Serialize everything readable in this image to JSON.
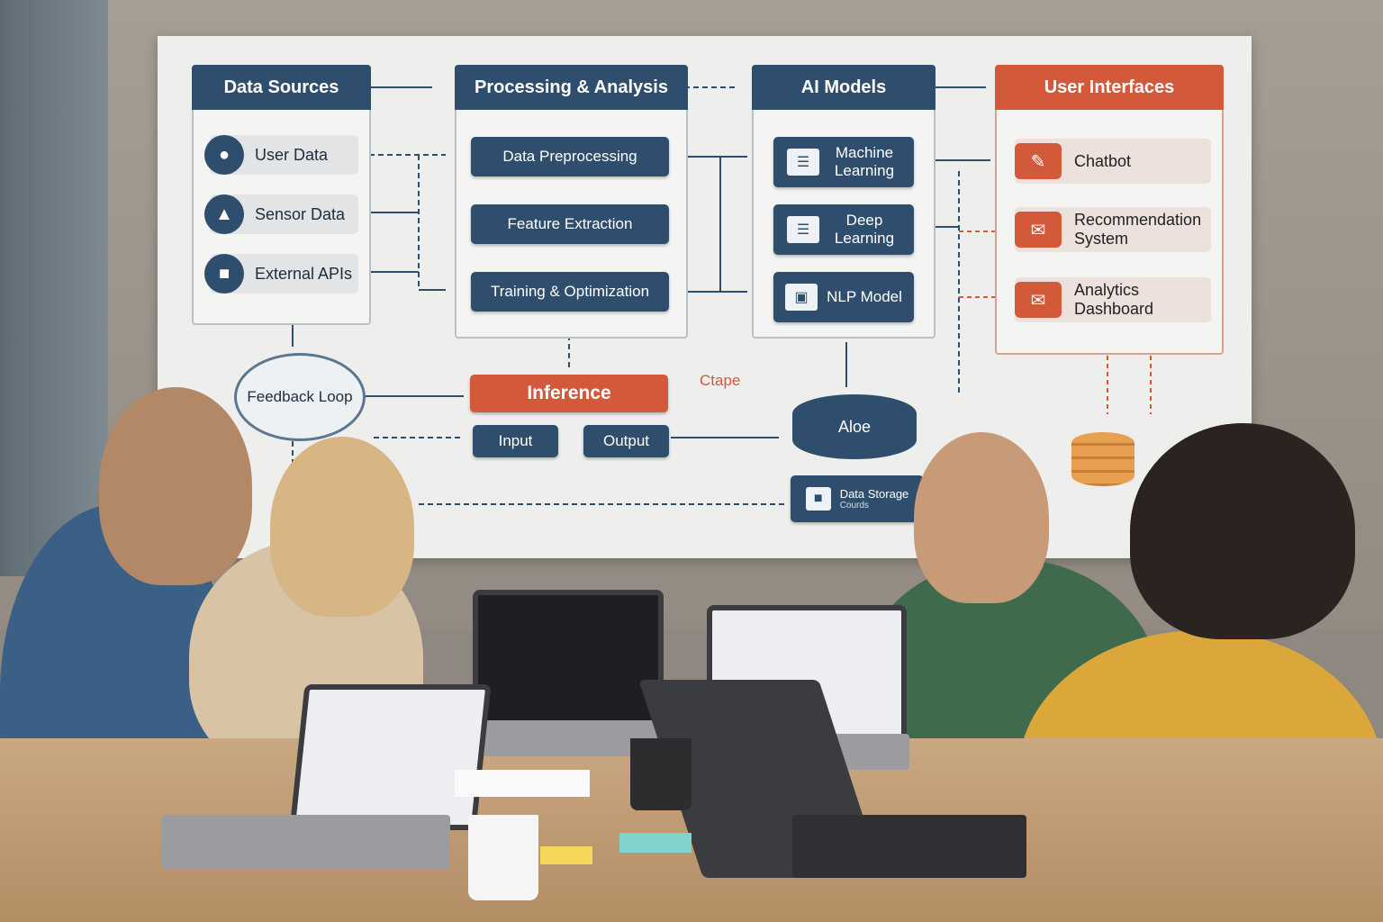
{
  "diagram": {
    "data_sources": {
      "title": "Data Sources",
      "items": [
        "User Data",
        "Sensor Data",
        "External APIs"
      ]
    },
    "processing": {
      "title": "Processing & Analysis",
      "steps": [
        "Data Preprocessing",
        "Feature Extraction",
        "Training & Optimization"
      ]
    },
    "ai_models": {
      "title": "AI Models",
      "items": [
        "Machine Learning",
        "Deep Learning",
        "NLP Model"
      ]
    },
    "user_interfaces": {
      "title": "User Interfaces",
      "items": [
        "Chatbot",
        "Recommendation System",
        "Analytics Dashboard"
      ]
    },
    "feedback_loop": "Feedback Loop",
    "inference": "Inference",
    "ctape_label": "Ctape",
    "input": "Input",
    "output": "Output",
    "db_label": "Aloe",
    "storage_title": "Data Storage",
    "storage_sub": "Courds"
  },
  "colors": {
    "navy": "#2f4e6e",
    "orange": "#d2593a",
    "board": "#eeeeec"
  },
  "icons": {
    "user": "user-icon",
    "sensor": "sensor-icon",
    "api": "briefcase-icon",
    "ml": "layers-icon",
    "dl": "stack-icon",
    "nlp": "cube-icon",
    "chatbot": "chat-icon",
    "mail": "envelope-icon",
    "storage": "briefcase-icon"
  }
}
